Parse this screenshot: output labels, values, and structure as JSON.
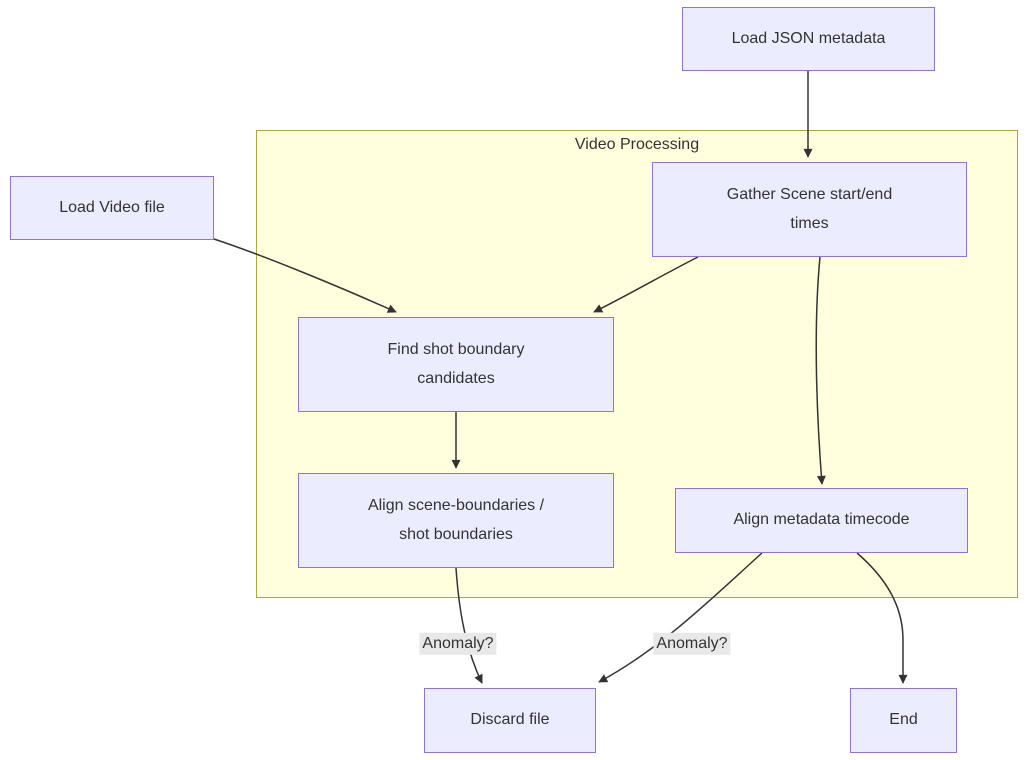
{
  "subgraph": {
    "label": "Video Processing"
  },
  "nodes": {
    "load_json": {
      "label": "Load JSON metadata"
    },
    "load_video": {
      "label": "Load Video file"
    },
    "gather_scene": {
      "label": "Gather Scene start/end\ntimes"
    },
    "find_shot": {
      "label": "Find shot boundary\ncandidates"
    },
    "align_scene": {
      "label": "Align scene-boundaries /\nshot boundaries"
    },
    "align_meta": {
      "label": "Align metadata timecode"
    },
    "discard": {
      "label": "Discard file"
    },
    "end": {
      "label": "End"
    }
  },
  "edge_labels": {
    "anomaly_left": "Anomaly?",
    "anomaly_right": "Anomaly?"
  },
  "edges": [
    {
      "from": "load_json",
      "to": "gather_scene",
      "label": ""
    },
    {
      "from": "load_video",
      "to": "find_shot",
      "label": ""
    },
    {
      "from": "gather_scene",
      "to": "find_shot",
      "label": ""
    },
    {
      "from": "gather_scene",
      "to": "align_meta",
      "label": ""
    },
    {
      "from": "find_shot",
      "to": "align_scene",
      "label": ""
    },
    {
      "from": "align_scene",
      "to": "discard",
      "label": "Anomaly?"
    },
    {
      "from": "align_meta",
      "to": "discard",
      "label": "Anomaly?"
    },
    {
      "from": "align_meta",
      "to": "end",
      "label": ""
    }
  ],
  "colors": {
    "node_fill": "#ECECFF",
    "node_border": "#9370DB",
    "subgraph_fill": "#FFFFDE",
    "subgraph_border": "#AAAA33",
    "edge_stroke": "#333333",
    "edge_label_bg": "#e8e8e8",
    "text": "#333333"
  }
}
